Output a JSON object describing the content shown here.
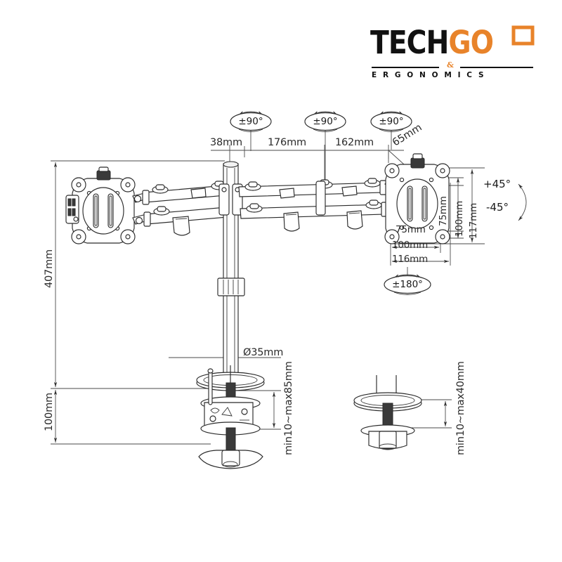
{
  "brand": {
    "wordmark_primary": "TECH",
    "wordmark_accent": "GO",
    "ampersand": "&",
    "tagline": "ERGONOMICS",
    "color_primary": "#111111",
    "color_accent": "#E8832A"
  },
  "diagram": {
    "title": "Dual monitor desk mount dimension drawing",
    "line_color": "#2b2b2b"
  },
  "rotation_badges": [
    {
      "label": "±90°",
      "name": "rotation-badge-left-joint"
    },
    {
      "label": "±90°",
      "name": "rotation-badge-mid-joint"
    },
    {
      "label": "±90°",
      "name": "rotation-badge-right-joint"
    },
    {
      "label": "±180°",
      "name": "rotation-badge-monitor-swivel"
    }
  ],
  "tilt": {
    "up": "+45°",
    "down": "-45°"
  },
  "horizontal_dimensions": [
    {
      "label": "38mm",
      "name": "dimension-38mm"
    },
    {
      "label": "176mm",
      "name": "dimension-176mm"
    },
    {
      "label": "162mm",
      "name": "dimension-162mm"
    },
    {
      "label": "65mm",
      "name": "dimension-65mm"
    }
  ],
  "vertical_dimensions": [
    {
      "label": "407mm",
      "name": "dimension-407mm"
    },
    {
      "label": "100mm",
      "name": "dimension-100mm"
    }
  ],
  "pole": {
    "diameter_label": "Ø35mm"
  },
  "vesa": {
    "vertical": [
      {
        "label": "75mm",
        "name": "vesa-vertical-75mm"
      },
      {
        "label": "100mm",
        "name": "vesa-vertical-100mm"
      },
      {
        "label": "117mm",
        "name": "vesa-vertical-117mm"
      }
    ],
    "horizontal": [
      {
        "label": "75mm",
        "name": "vesa-horizontal-75mm"
      },
      {
        "label": "100mm",
        "name": "vesa-horizontal-100mm"
      },
      {
        "label": "116mm",
        "name": "vesa-horizontal-116mm"
      }
    ]
  },
  "mounts": {
    "clamp_range": "min10~max85mm",
    "grommet_range": "min10~max40mm"
  }
}
